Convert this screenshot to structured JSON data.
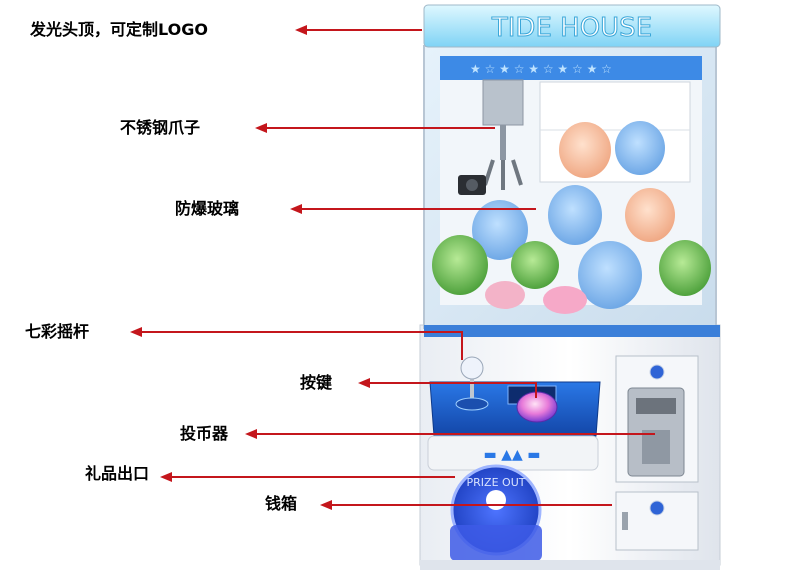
{
  "machine": {
    "brand_text": "TIDE HOUSE",
    "outlet_text": "PRIZE OUT"
  },
  "callouts": [
    {
      "id": "logo-top",
      "label": "发光头顶，可定制LOGO"
    },
    {
      "id": "claw",
      "label": "不锈钢爪子"
    },
    {
      "id": "glass",
      "label": "防爆玻璃"
    },
    {
      "id": "joystick",
      "label": "七彩摇杆"
    },
    {
      "id": "button",
      "label": "按键"
    },
    {
      "id": "coin-acceptor",
      "label": "投币器"
    },
    {
      "id": "prize-outlet",
      "label": "礼品出口"
    },
    {
      "id": "cash-box",
      "label": "钱箱"
    }
  ],
  "colors": {
    "arrow": "#c4161c",
    "accent_blue": "#1e6fd9",
    "glow": "#9fe7ff"
  }
}
